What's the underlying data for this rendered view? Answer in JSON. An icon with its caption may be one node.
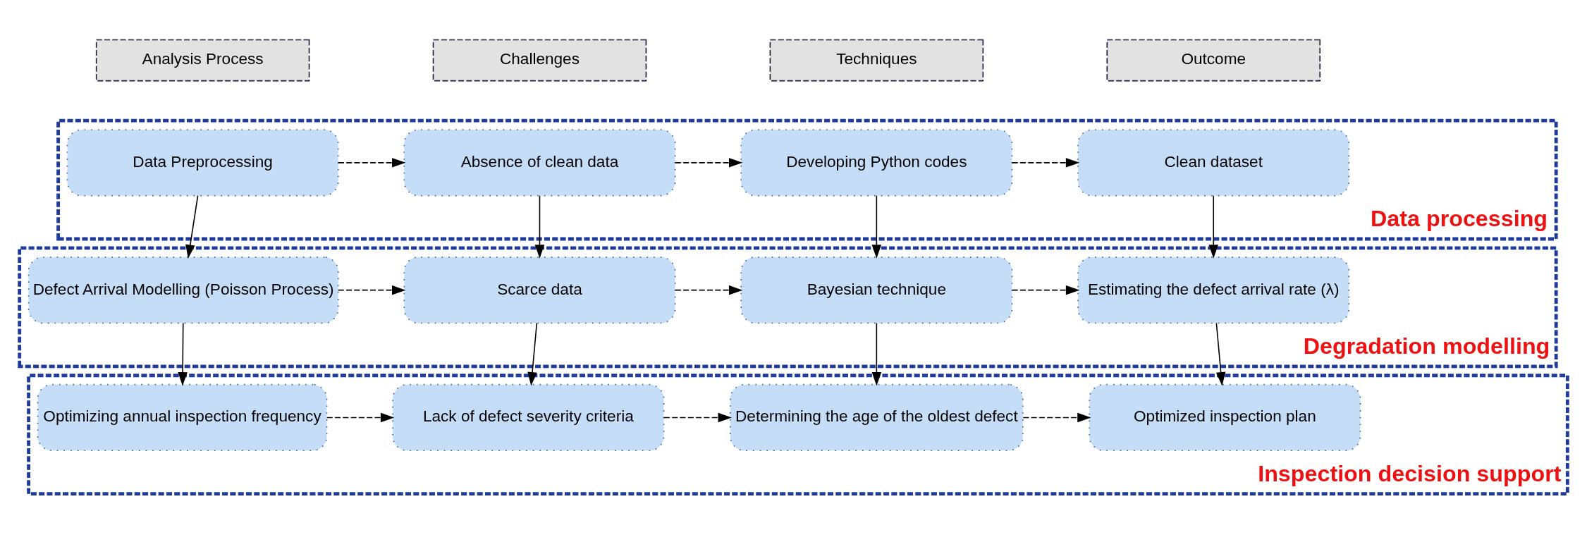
{
  "diagram": {
    "nodes": [
      {
        "text": [
          "Analysis Process"
        ]
      },
      {
        "text": [
          "Challenges"
        ]
      },
      {
        "text": [
          "Techniques"
        ]
      },
      {
        "text": [
          "Outcome"
        ]
      },
      {
        "text": [
          "Data processing"
        ]
      },
      {
        "text": [
          "Data Preprocessing"
        ],
        "in": 4
      },
      {
        "text": [
          "Absence of clean data"
        ],
        "in": 4
      },
      {
        "text": [
          "Developing Python codes"
        ],
        "in": 4
      },
      {
        "text": [
          "Clean dataset"
        ],
        "in": 4
      },
      {
        "text": [
          "Degradation modelling"
        ]
      },
      {
        "text": [
          "Defect Arrival Modelling (Poisson Process)"
        ],
        "in": 9
      },
      {
        "text": [
          "Scarce data"
        ],
        "in": 9
      },
      {
        "text": [
          "Bayesian technique"
        ],
        "in": 9
      },
      {
        "text": [
          "Estimating the defect arrival rate (λ)"
        ],
        "in": 9
      },
      {
        "text": [
          "Inspection decision support"
        ]
      },
      {
        "text": [
          "Optimizing annual inspection frequency"
        ],
        "in": 14
      },
      {
        "text": [
          "Lack of defect severity criteria"
        ],
        "in": 14
      },
      {
        "text": [
          "Determining the age of the oldest defect"
        ],
        "in": 14
      },
      {
        "text": [
          "Optimized inspection plan"
        ],
        "in": 14
      }
    ],
    "edges": [
      {
        "from": 5,
        "to": 6,
        "arrow": "to",
        "style": "dashed"
      },
      {
        "from": 6,
        "to": 7,
        "arrow": "to",
        "style": "dashed"
      },
      {
        "from": 7,
        "to": 8,
        "arrow": "to",
        "style": "dashed"
      },
      {
        "from": 5,
        "to": 10,
        "arrow": "to"
      },
      {
        "from": 6,
        "to": 11,
        "arrow": "to"
      },
      {
        "from": 7,
        "to": 12,
        "arrow": "to"
      },
      {
        "from": 8,
        "to": 13,
        "arrow": "to"
      },
      {
        "from": 10,
        "to": 11,
        "arrow": "to",
        "style": "dashed"
      },
      {
        "from": 11,
        "to": 12,
        "arrow": "to",
        "style": "dashed"
      },
      {
        "from": 12,
        "to": 13,
        "arrow": "to",
        "style": "dashed"
      },
      {
        "from": 10,
        "to": 15,
        "arrow": "to"
      },
      {
        "from": 11,
        "to": 16,
        "arrow": "to"
      },
      {
        "from": 12,
        "to": 17,
        "arrow": "to"
      },
      {
        "from": 13,
        "to": 18,
        "arrow": "to"
      },
      {
        "from": 15,
        "to": 16,
        "arrow": "to",
        "style": "dashed"
      },
      {
        "from": 16,
        "to": 17,
        "arrow": "to",
        "style": "dashed"
      },
      {
        "from": 17,
        "to": 18,
        "arrow": "to",
        "style": "dashed"
      }
    ]
  }
}
